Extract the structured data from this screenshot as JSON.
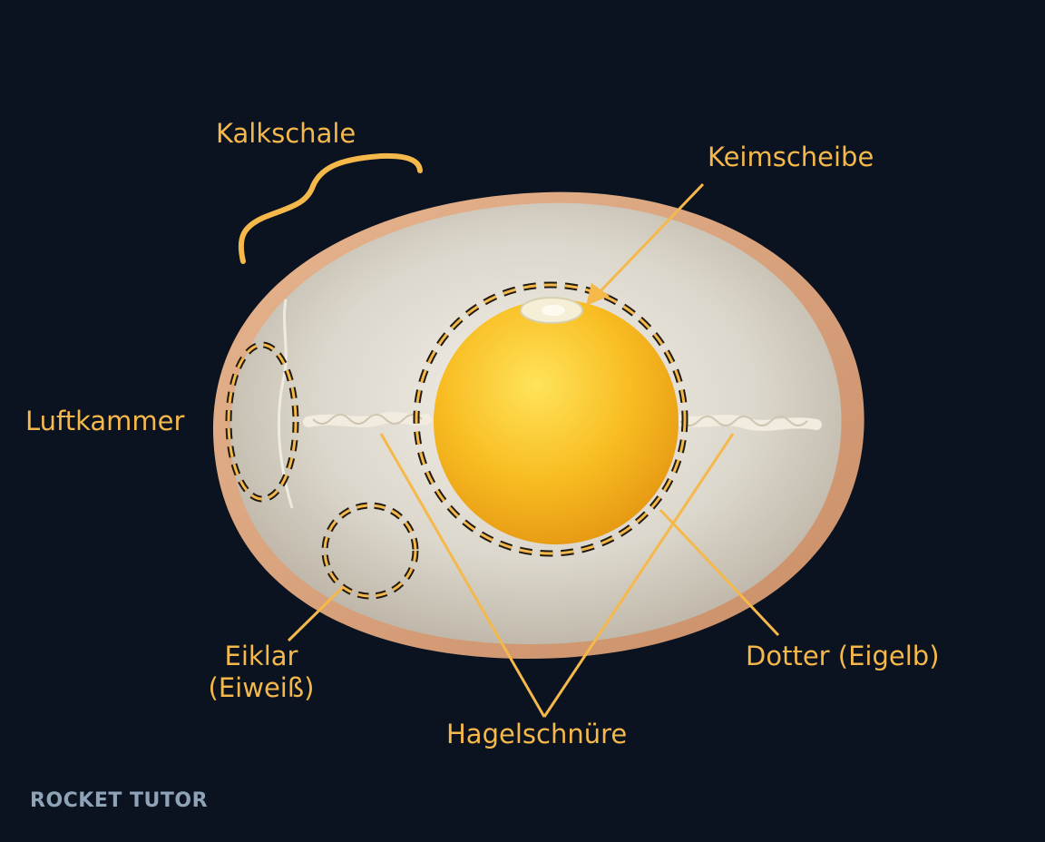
{
  "labels": {
    "kalkschale": "Kalkschale",
    "keimscheibe": "Keimscheibe",
    "luftkammer": "Luftkammer",
    "eiklar_line1": "Eiklar",
    "eiklar_line2": "(Eiweiß)",
    "hagelschnuere": "Hagelschnüre",
    "dotter": "Dotter (Eigelb)"
  },
  "logo": {
    "text": "ROCKET TUTOR"
  },
  "colors": {
    "background": "#0b1220",
    "label": "#f5b84a",
    "yolk": "#f7b81e",
    "shell": "#d9a57e",
    "albumen": "#e6e2d8"
  }
}
